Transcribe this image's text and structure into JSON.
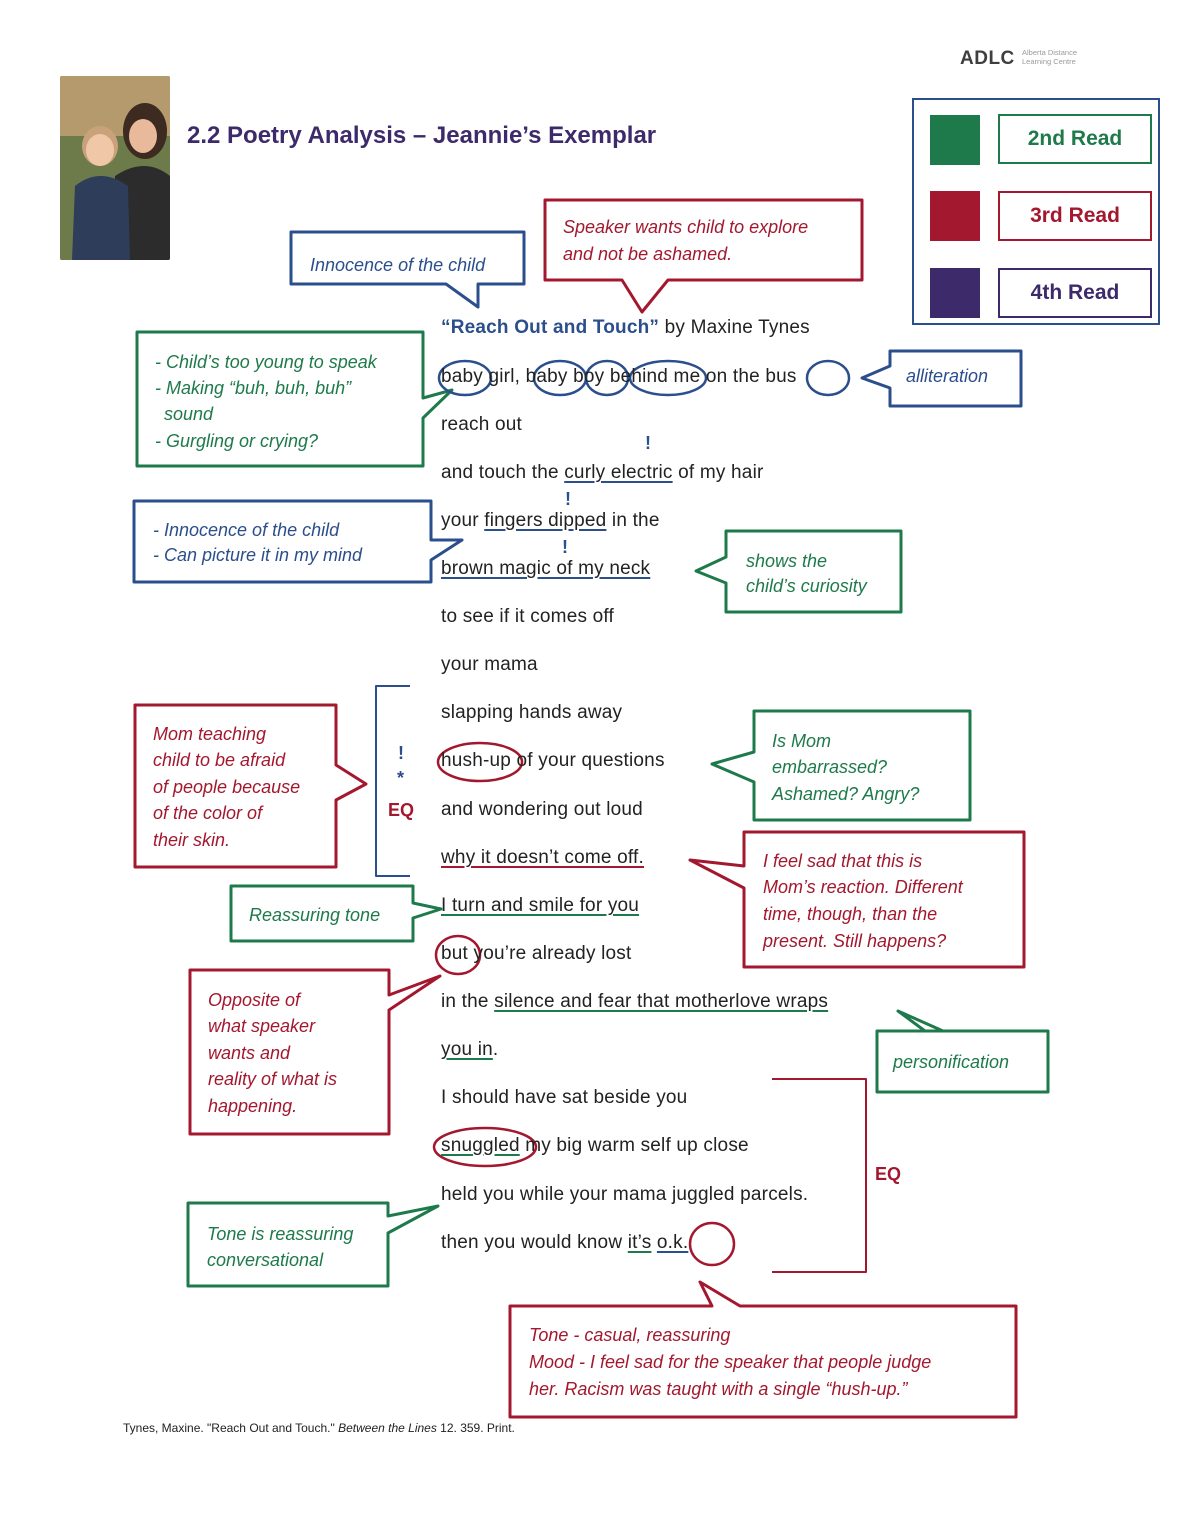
{
  "header": {
    "title": "2.2 Poetry Analysis – Jeannie’s Exemplar",
    "logo": "ADLC",
    "logo_subtitle_line1": "Alberta Distance",
    "logo_subtitle_line2": "Learning Centre"
  },
  "legend": [
    {
      "label": "2nd Read",
      "color": "#1e7a4a"
    },
    {
      "label": "3rd Read",
      "color": "#a3182e"
    },
    {
      "label": "4th Read",
      "color": "#3d2a6b"
    }
  ],
  "poem": {
    "title": "“Reach Out and Touch”",
    "byline": " by Maxine Tynes",
    "lines": {
      "l1a": "baby",
      "l1b": " girl, ",
      "l1c": "baby",
      "l1d": " ",
      "l1e": "boy",
      "l1f": " ",
      "l1g": "behind",
      "l1h": " me on the ",
      "l1i": "bus",
      "l2": "reach out",
      "l3a": "and touch the ",
      "l3b": "curly electric",
      "l3c": " of my hair",
      "l4a": "your ",
      "l4b": "fingers dipped",
      "l4c": " in the",
      "l5": "brown magic of my neck",
      "l6": "to see if it comes off",
      "l7": "your mama",
      "l8": "slapping hands away",
      "l9a": "hush-up",
      "l9b": " of your questions",
      "l10": "and wondering out loud",
      "l11": "why it doesn’t come off.",
      "l12": "I turn and smile for you",
      "l13a": "but",
      "l13b": " you’re already lost",
      "l14a": "in the ",
      "l14b": "silence and fear that motherlove wraps",
      "l15a": "you in",
      "l15b": ".",
      "l16": "I should have sat beside you",
      "l17a": "snuggled",
      "l17b": " my big warm self up close",
      "l18": "held you while your mama juggled parcels.",
      "l19a": "then you would know ",
      "l19b": "it’s",
      "l19c": " ",
      "l19d": "o.k."
    }
  },
  "callouts": {
    "innocence_top": "Innocence of the child",
    "speaker_wants_1": "Speaker wants child to explore",
    "speaker_wants_2": "and not be ashamed.",
    "too_young_1": "- Child’s too young to speak",
    "too_young_2": "- Making “buh, buh, buh”",
    "too_young_3": "sound",
    "too_young_4": "- Gurgling or crying?",
    "alliteration": "alliteration",
    "innocence_mid_1": "- Innocence of the child",
    "innocence_mid_2": "- Can picture it in my mind",
    "curiosity_1": "shows the",
    "curiosity_2": "child’s curiosity",
    "mom_teaching_1": "Mom teaching",
    "mom_teaching_2": "child to be afraid",
    "mom_teaching_3": "of people because",
    "mom_teaching_4": "of the color of",
    "mom_teaching_5": "their skin.",
    "is_mom_1": "Is Mom",
    "is_mom_2": "embarrassed?",
    "is_mom_3": "Ashamed?  Angry?",
    "i_feel_sad_1": "I feel sad that this is",
    "i_feel_sad_2": "Mom’s reaction.  Different",
    "i_feel_sad_3": "time, though, than the",
    "i_feel_sad_4": "present.  Still happens?",
    "reassuring_tone": "Reassuring tone",
    "opposite_1": "Opposite of",
    "opposite_2": "what speaker",
    "opposite_3": "wants and",
    "opposite_4": "reality of what is",
    "opposite_5": "happening.",
    "personification": "personification",
    "tone_reassuring_1": "Tone is reassuring",
    "tone_reassuring_2": "conversational",
    "tone_mood_1": "Tone - casual, reassuring",
    "tone_mood_2": "Mood - I feel sad for the speaker that people judge",
    "tone_mood_3": "her.  Racism was taught with a single “hush-up.”"
  },
  "marks": {
    "exclaim": "!",
    "star": "*",
    "eq": "EQ"
  },
  "citation": {
    "prefix": "Tynes, Maxine. \"Reach Out and Touch.\" ",
    "source": "Between the Lines",
    "suffix": " 12. 359. Print."
  }
}
